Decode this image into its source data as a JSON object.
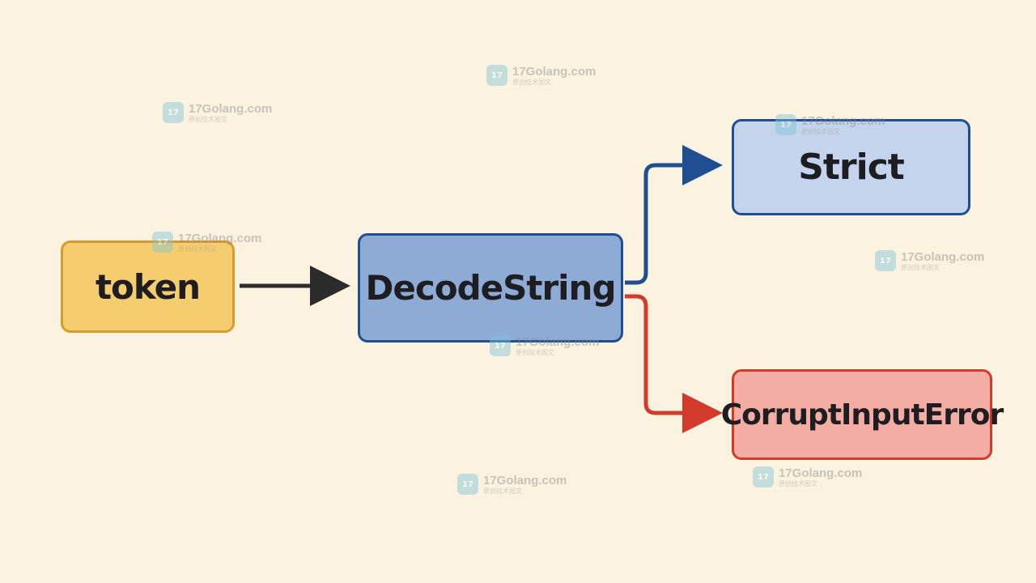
{
  "nodes": {
    "token": {
      "label": "token",
      "fill": "#f6cd6e",
      "border": "#d89a2c"
    },
    "decode": {
      "label": "DecodeString",
      "fill": "#8eabd6",
      "border": "#1f4e92"
    },
    "strict": {
      "label": "Strict",
      "fill": "#c3d4ec",
      "border": "#1f4e92"
    },
    "error": {
      "label": "CorruptInputError",
      "fill": "#f4ada3",
      "border": "#d23b2c"
    }
  },
  "edges": {
    "token_to_decode": {
      "color": "#2b2b2b"
    },
    "decode_to_strict": {
      "color": "#1f4e92"
    },
    "decode_to_error": {
      "color": "#d23b2c"
    }
  },
  "watermark": {
    "site": "17Golang.com",
    "subtitle": "原创技术图文",
    "logo": "17"
  }
}
